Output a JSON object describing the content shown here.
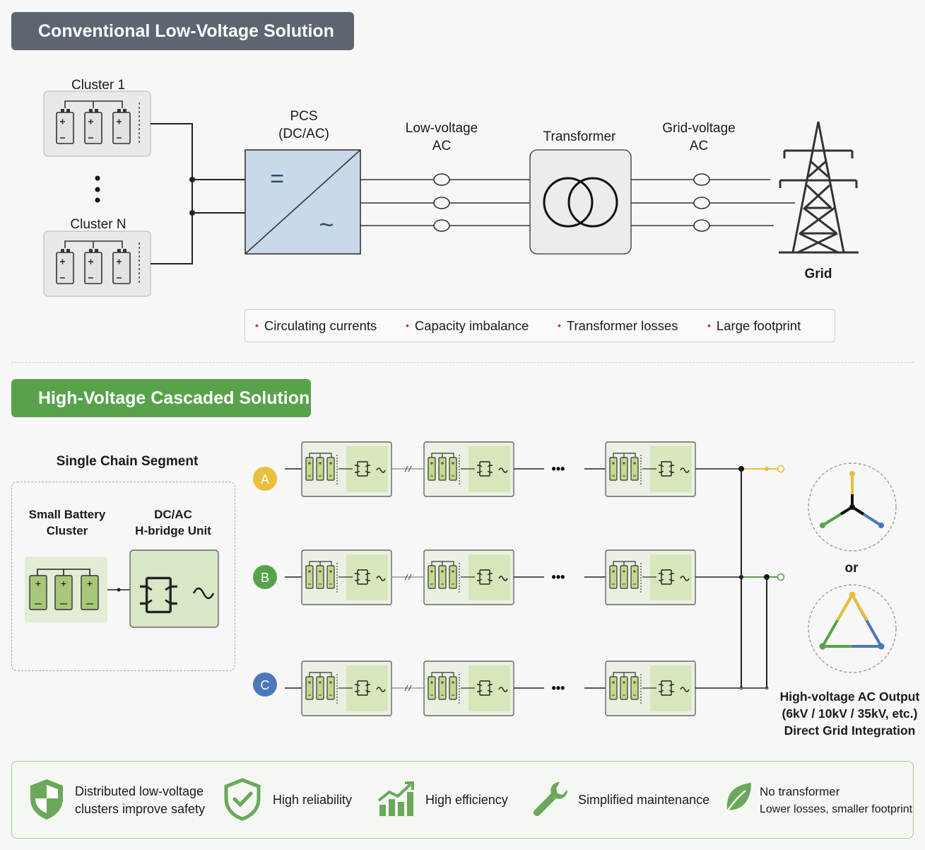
{
  "top_section": {
    "title": "Conventional Low-Voltage Solution",
    "cluster_1_label": "Cluster 1",
    "cluster_n_label": "Cluster N",
    "pcs_label_line1": "PCS",
    "pcs_label_line2": "(DC/AC)",
    "pcs_dc_symbol": "=",
    "pcs_ac_symbol": "~",
    "lv_ac_label_line1": "Low-voltage",
    "lv_ac_label_line2": "AC",
    "transformer_label": "Transformer",
    "grid_ac_label_line1": "Grid-voltage",
    "grid_ac_label_line2": "AC",
    "grid_label": "Grid",
    "issues": [
      "Circulating currents",
      "Capacity imbalance",
      "Transformer losses",
      "Large footprint"
    ],
    "colors": {
      "header": "#5b6670",
      "pcs_fill": "#c9d9ea",
      "issue_dot": "#d12a2a"
    }
  },
  "bottom_section": {
    "title": "High-Voltage Cascaded Solution",
    "segment_title": "Single Chain Segment",
    "small_battery_line1": "Small Battery",
    "small_battery_line2": "Cluster",
    "hbridge_line1": "DC/AC",
    "hbridge_line2": "H-bridge Unit",
    "phases": [
      "A",
      "B",
      "C"
    ],
    "ellipsis": "•••",
    "or_label": "or",
    "output_line1": "High-voltage AC Output",
    "output_line2": "(6kV / 10kV / 35kV, etc.)",
    "output_line3": "Direct Grid Integration",
    "colors": {
      "header": "#58a24c",
      "phase_a": "#e9bf3c",
      "phase_b": "#58a24c",
      "phase_c": "#4b78b8"
    }
  },
  "benefits": [
    {
      "icon": "shield-half-icon",
      "line1": "Distributed low-voltage",
      "line2": "clusters improve safety"
    },
    {
      "icon": "shield-check-icon",
      "line1": "High reliability"
    },
    {
      "icon": "bar-chart-up-icon",
      "line1": "High efficiency"
    },
    {
      "icon": "wrench-icon",
      "line1": "Simplified maintenance"
    },
    {
      "icon": "leaf-icon",
      "line1": "No transformer",
      "line2": "Lower losses, smaller footprint"
    }
  ]
}
